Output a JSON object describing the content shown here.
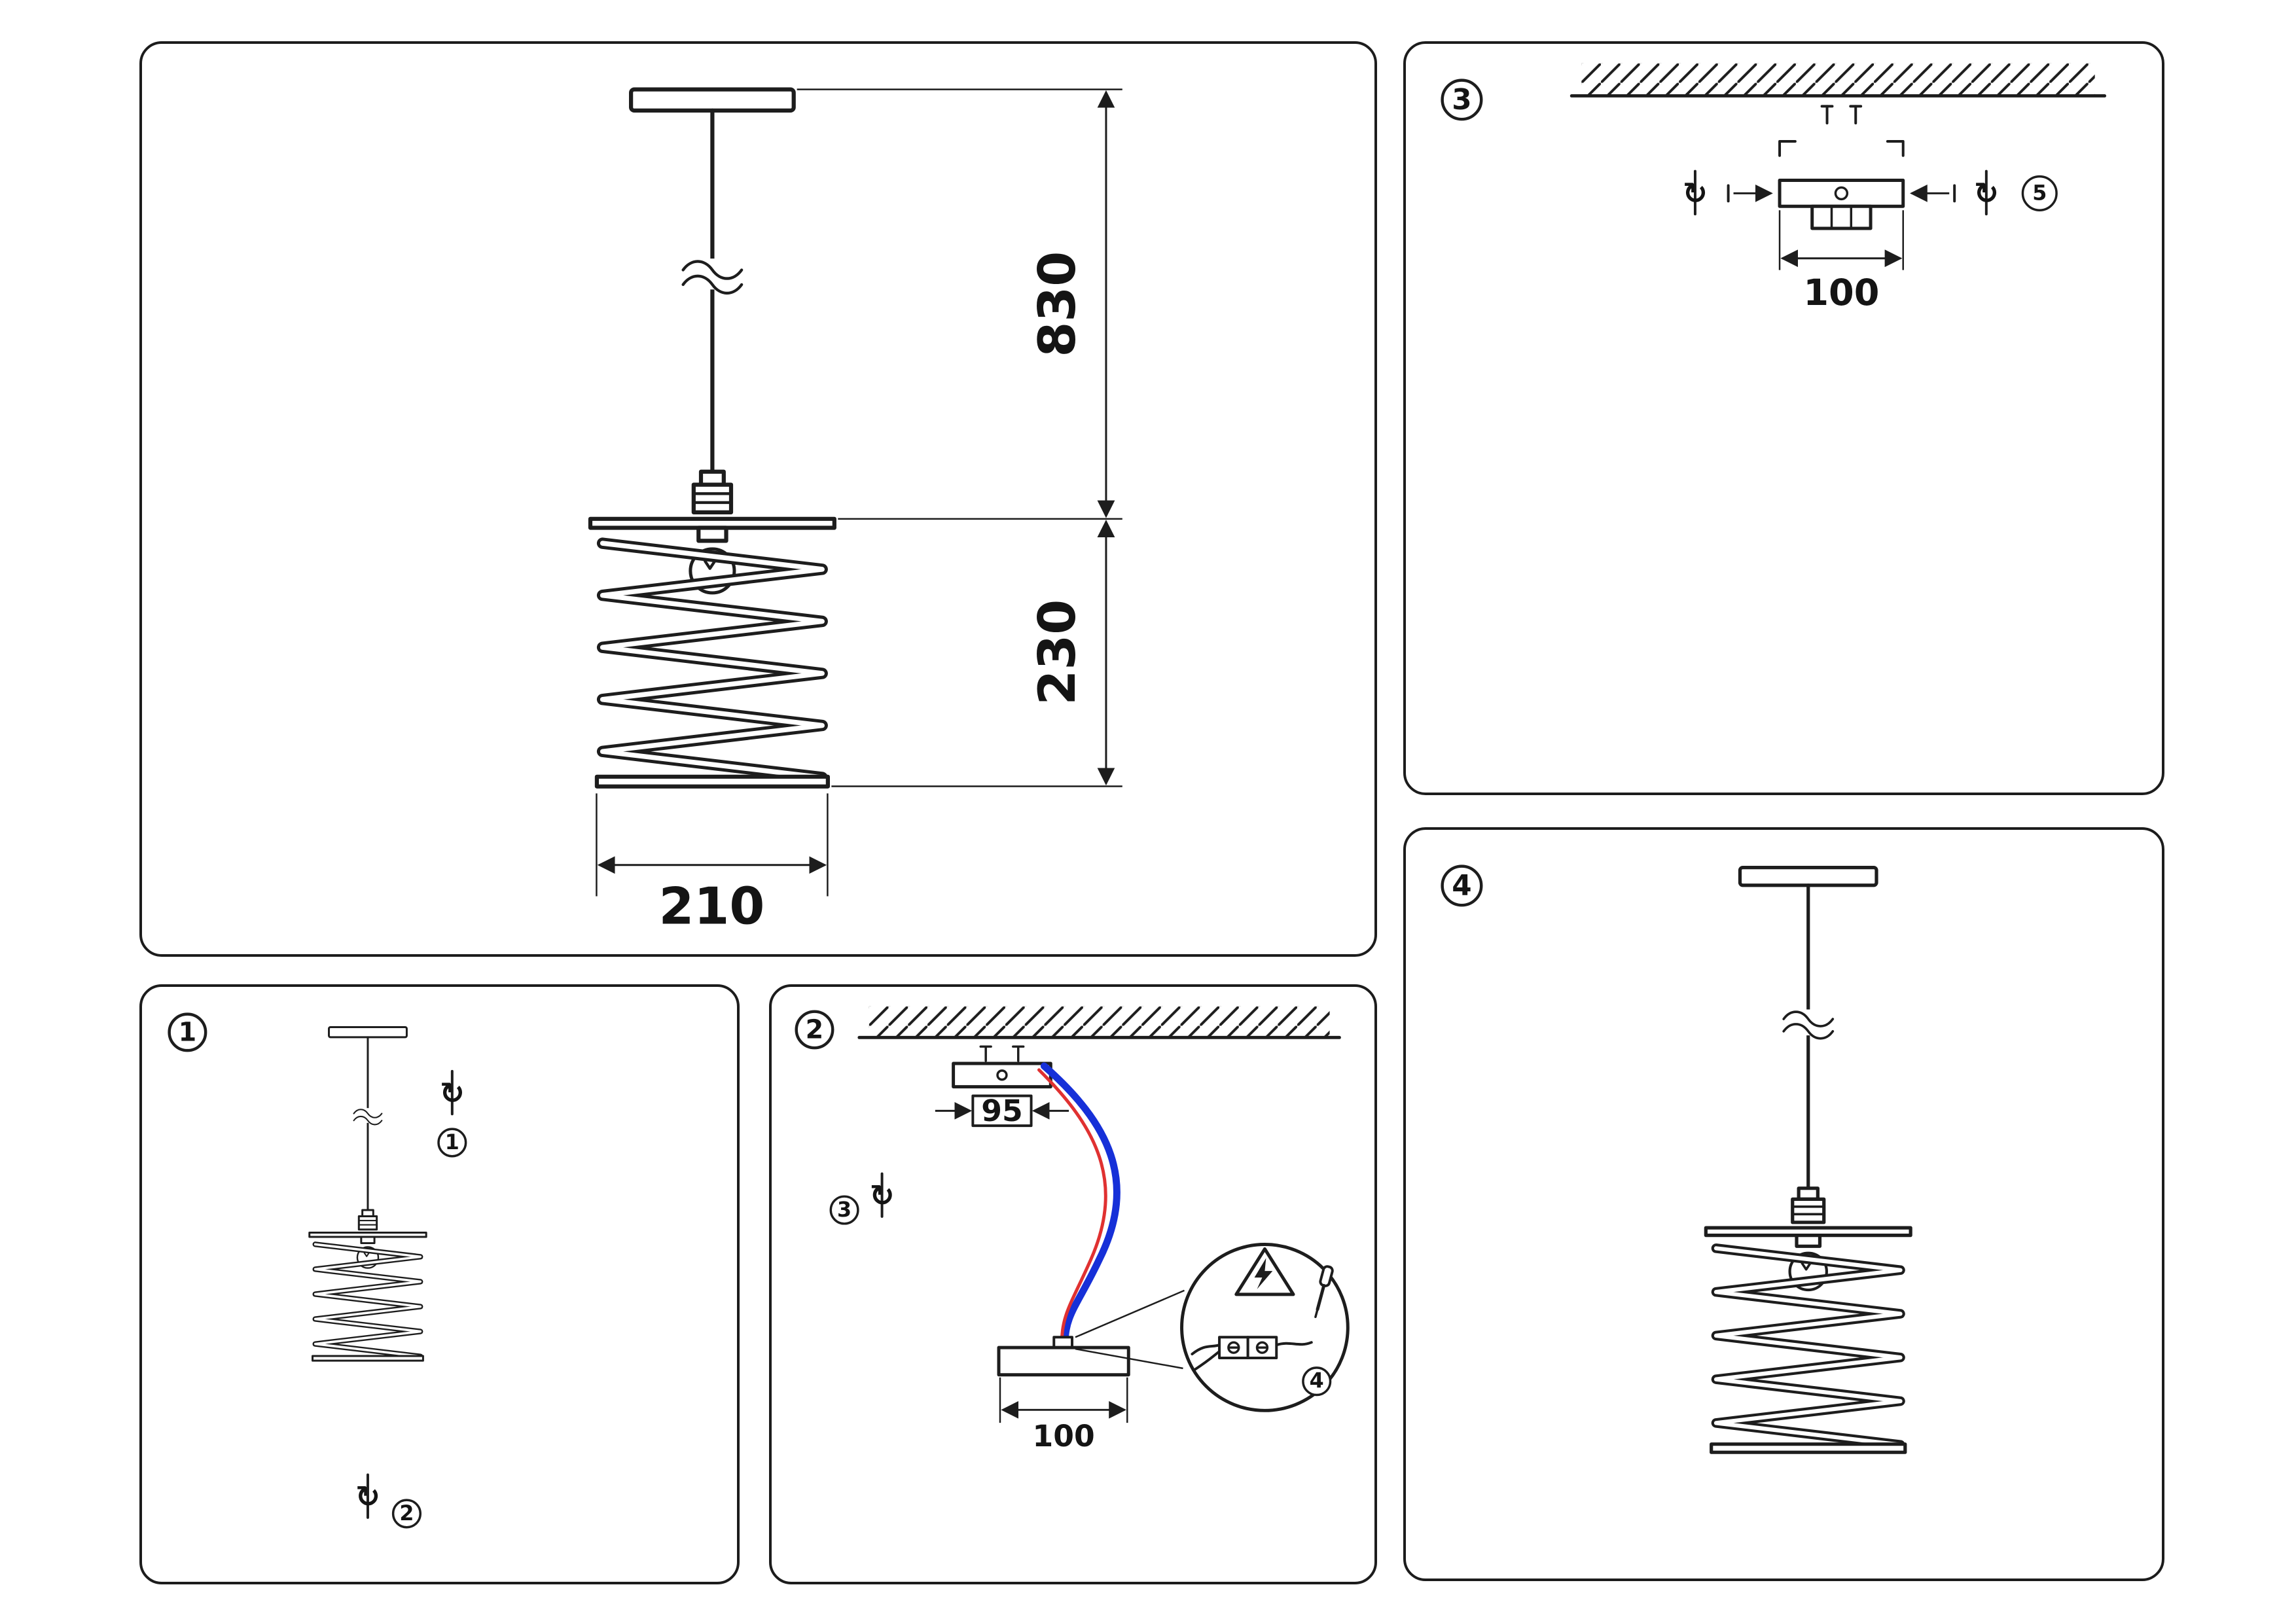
{
  "icons": {
    "rotate": "↻"
  },
  "colors": {
    "ink": "#1d1d1d",
    "wire_blue": "#1630d8",
    "wire_red": "#e03131"
  },
  "main_panel": {
    "dim_total": "830",
    "dim_shade_height": "230",
    "dim_shade_width": "210"
  },
  "panel_1": {
    "badge": "1",
    "step_a": "1",
    "step_b": "2"
  },
  "panel_2": {
    "badge": "2",
    "bracket_width": "95",
    "canopy_width": "100",
    "step_a": "3",
    "step_b": "4"
  },
  "panel_3": {
    "badge": "3",
    "bracket_width": "100",
    "step": "5"
  },
  "panel_4": {
    "badge": "4"
  }
}
